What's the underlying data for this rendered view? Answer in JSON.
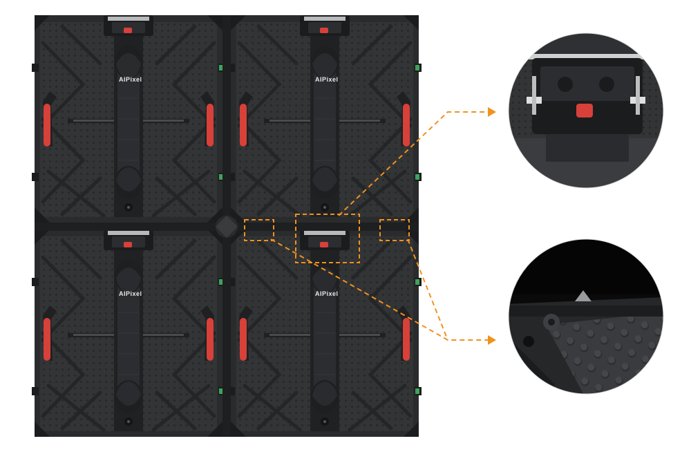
{
  "brand": {
    "logo_text": "AIPixel"
  },
  "colors": {
    "cabinet": "#333436",
    "cabinet_dark": "#222325",
    "frame": "#2a2b2d",
    "handle_red": "#d8403a",
    "callout": "#f0921e",
    "detail_bg": "#2b2c2e",
    "indicator_green": "#3fa35a"
  },
  "panels": [
    {
      "id": "top-left",
      "logo": "AIPixel"
    },
    {
      "id": "top-right",
      "logo": "AIPixel"
    },
    {
      "id": "bottom-left",
      "logo": "AIPixel"
    },
    {
      "id": "bottom-right",
      "logo": "AIPixel"
    }
  ],
  "details": [
    {
      "id": "lock-closeup",
      "subject": "quick-lock mechanism"
    },
    {
      "id": "corner-closeup",
      "subject": "corner protector"
    }
  ]
}
